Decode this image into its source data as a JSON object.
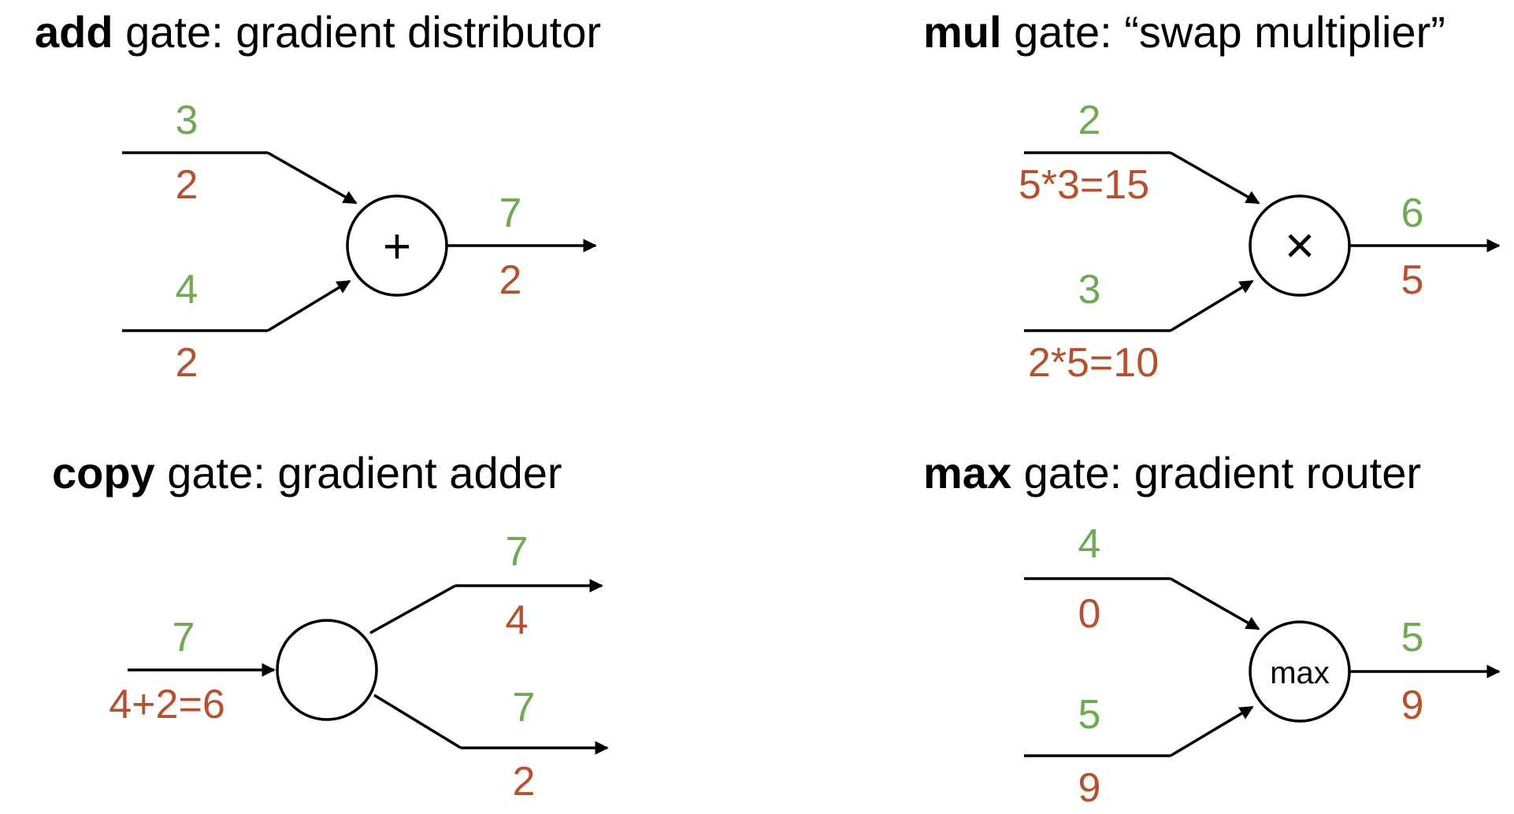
{
  "colors": {
    "forward": "#70a854",
    "backward": "#b5512e",
    "ink": "#000000"
  },
  "gates": {
    "add": {
      "title_bold": "add",
      "title_rest": " gate: gradient distributor",
      "symbol": "+",
      "in1_fwd": "3",
      "in1_grad": "2",
      "in2_fwd": "4",
      "in2_grad": "2",
      "out_fwd": "7",
      "out_grad": "2"
    },
    "mul": {
      "title_bold": "mul",
      "title_rest": " gate: “swap multiplier”",
      "symbol": "×",
      "in1_fwd": "2",
      "in1_grad": "5*3=15",
      "in2_fwd": "3",
      "in2_grad": "2*5=10",
      "out_fwd": "6",
      "out_grad": "5"
    },
    "copy": {
      "title_bold": "copy",
      "title_rest": " gate: gradient adder",
      "in_fwd": "7",
      "in_grad": "4+2=6",
      "out1_fwd": "7",
      "out1_grad": "4",
      "out2_fwd": "7",
      "out2_grad": "2"
    },
    "max": {
      "title_bold": "max",
      "title_rest": " gate: gradient router",
      "symbol": "max",
      "in1_fwd": "4",
      "in1_grad": "0",
      "in2_fwd": "5",
      "in2_grad": "9",
      "out_fwd": "5",
      "out_grad": "9"
    }
  }
}
